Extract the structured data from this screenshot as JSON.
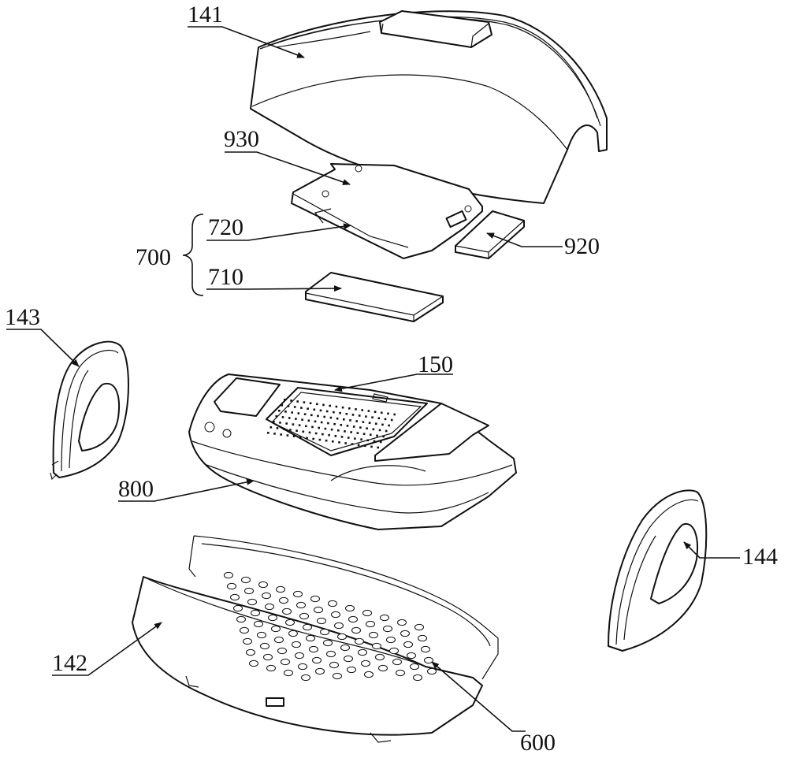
{
  "labels": {
    "l141": "141",
    "l930": "930",
    "l720": "720",
    "l700": "700",
    "l710": "710",
    "l920": "920",
    "l143": "143",
    "l150": "150",
    "l800": "800",
    "l144": "144",
    "l142": "142",
    "l600": "600"
  }
}
